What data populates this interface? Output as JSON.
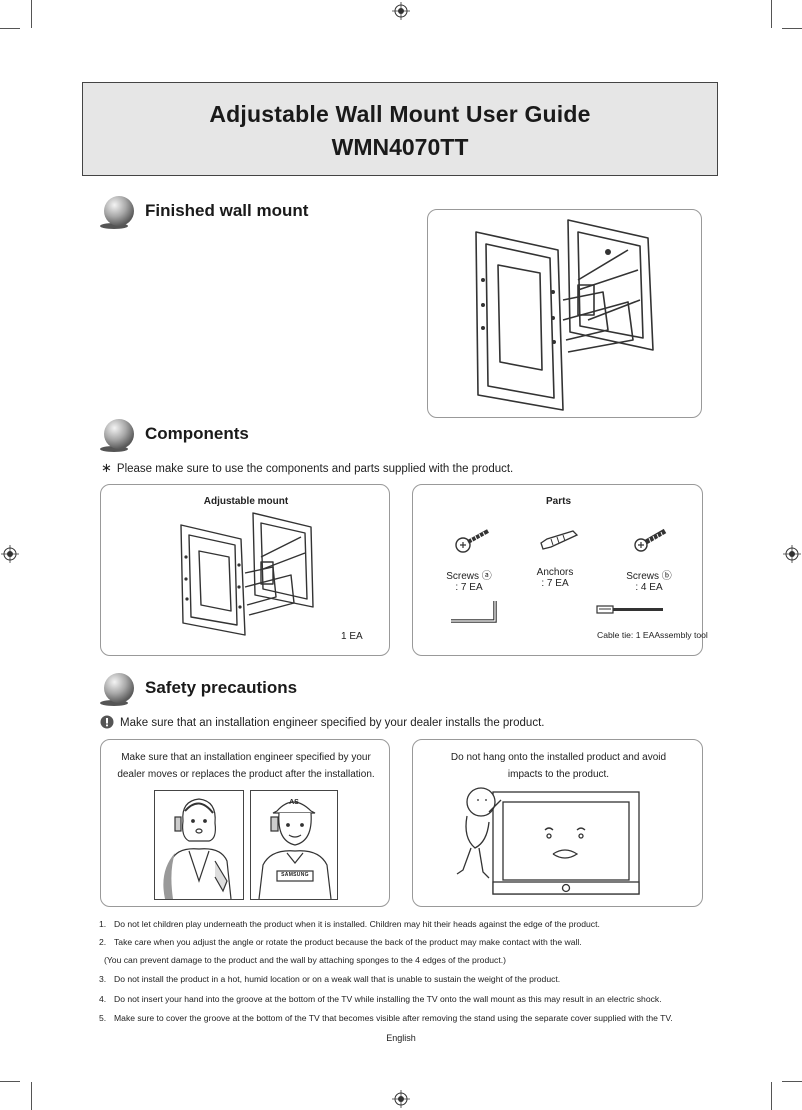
{
  "header": {
    "title": "Adjustable Wall Mount User Guide",
    "model": "WMN4070TT"
  },
  "sections": {
    "finished": {
      "title": "Finished wall mount"
    },
    "components": {
      "title": "Components",
      "note_symbol": "∗",
      "note": "Please make sure to use the components and parts supplied with the product.",
      "adjustable_mount": {
        "title": "Adjustable mount",
        "qty": "1 EA"
      },
      "parts": {
        "title": "Parts",
        "items": [
          {
            "name": "Screws ⓐ",
            "qty": ": 7 EA"
          },
          {
            "name": "Anchors",
            "qty": ": 7 EA"
          },
          {
            "name": "Screws ⓑ",
            "qty": ": 4 EA"
          }
        ],
        "cable_tie": "Cable tie: 1 EA",
        "assembly_tool": "Assembly tool"
      }
    },
    "safety": {
      "title": "Safety precautions",
      "note": "Make sure that an installation engineer specified by your dealer installs the product.",
      "panel_left": {
        "line1": "Make sure that an installation engineer specified by your",
        "line2": "dealer moves or replaces the product after the installation."
      },
      "panel_right": {
        "line1": "Do not hang onto the installed product and avoid",
        "line2": "impacts to the product."
      },
      "badge_as": "AS",
      "badge_brand": "SAMSUNG"
    }
  },
  "list": [
    {
      "num": "1.",
      "text": "Do not let children play underneath the product when it is installed. Children may hit their heads against the edge of the product."
    },
    {
      "num": "2.",
      "text": "Take care when you adjust the angle or rotate the product because the back of the product may make contact with the wall."
    },
    {
      "num": "",
      "text": "(You can prevent damage to the product and the wall by attaching sponges to the 4 edges of the product.)"
    },
    {
      "num": "3.",
      "text": "Do not install the product in a hot, humid location or on a weak wall that is unable to sustain the weight of the product."
    },
    {
      "num": "4.",
      "text": "Do not insert your hand into the groove at the bottom of the TV while installing the TV onto the wall mount as this may result in an electric shock."
    },
    {
      "num": "5.",
      "text": "Make sure to cover the groove at the bottom of the TV that becomes visible after removing the stand using the separate cover supplied with the TV."
    }
  ],
  "footer": {
    "language": "English"
  }
}
